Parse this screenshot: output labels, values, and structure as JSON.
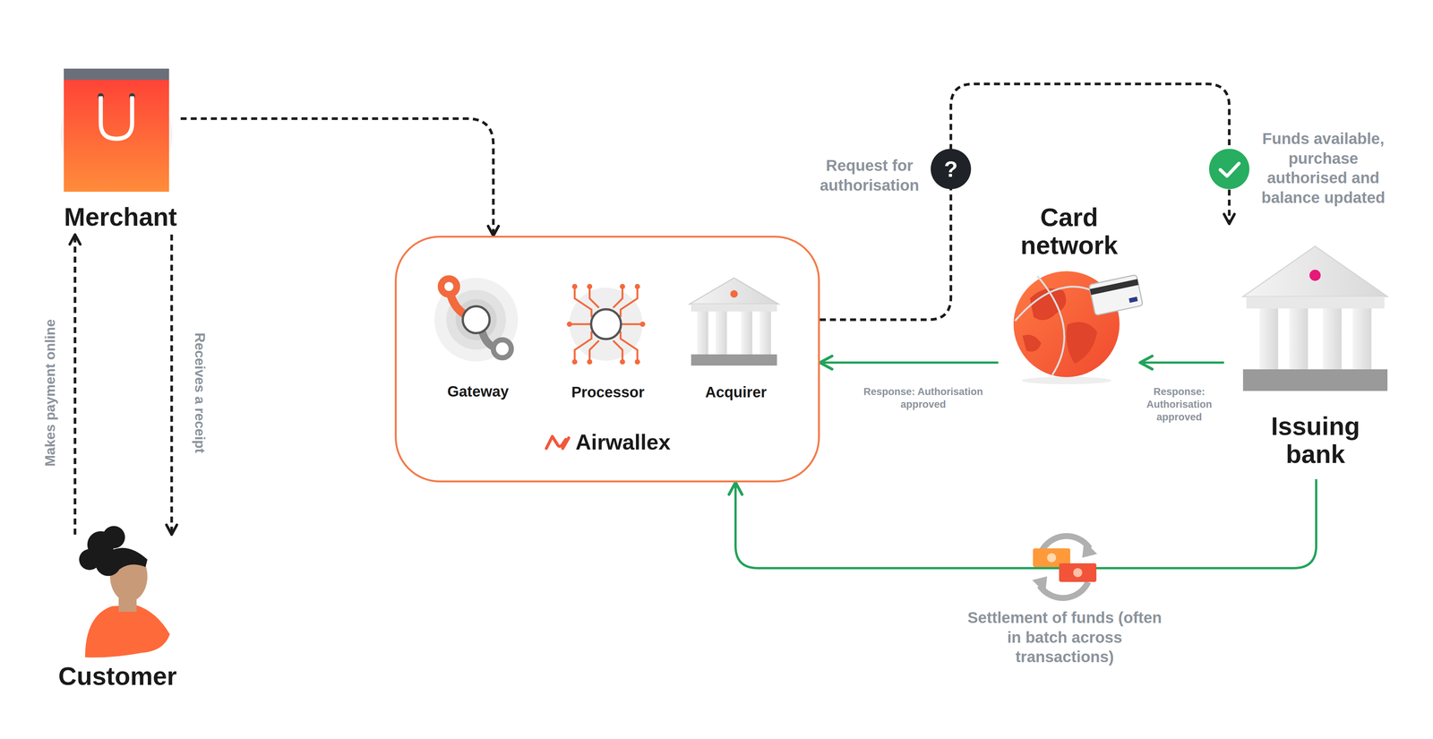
{
  "diagram": {
    "nodes": [
      {
        "text": [
          "Merchant"
        ]
      },
      {
        "text": [
          "Customer"
        ]
      },
      {
        "text": [
          "Airwallex"
        ]
      },
      {
        "text": [
          "Gateway"
        ],
        "in": 2
      },
      {
        "text": [
          "Processor"
        ],
        "in": 2
      },
      {
        "text": [
          "Acquirer"
        ],
        "in": 2
      },
      {
        "text": [
          "Card network"
        ]
      },
      {
        "text": [
          "Issuing bank"
        ]
      }
    ],
    "edges": [
      {
        "from": 0,
        "to": 2,
        "arrow": "to"
      },
      {
        "from": 1,
        "to": 0,
        "label": "Makes payment online",
        "arrow": "to"
      },
      {
        "from": 0,
        "to": 1,
        "label": "Receives a receipt",
        "arrow": "to"
      },
      {
        "from": 2,
        "to": 7,
        "label": "Request for authorisation",
        "arrow": "to"
      },
      {
        "from": 7,
        "to": 6,
        "label": "Response: Authorisation approved",
        "arrow": "to"
      },
      {
        "from": 6,
        "to": 2,
        "label": "Response: Authorisation approved",
        "arrow": "to"
      },
      {
        "from": 7,
        "to": 2,
        "label": "Settlement of funds (often in batch across transactions)",
        "arrow": "to"
      }
    ],
    "labels": [
      "?",
      "Funds available, purchase authorised and balance updated"
    ]
  }
}
